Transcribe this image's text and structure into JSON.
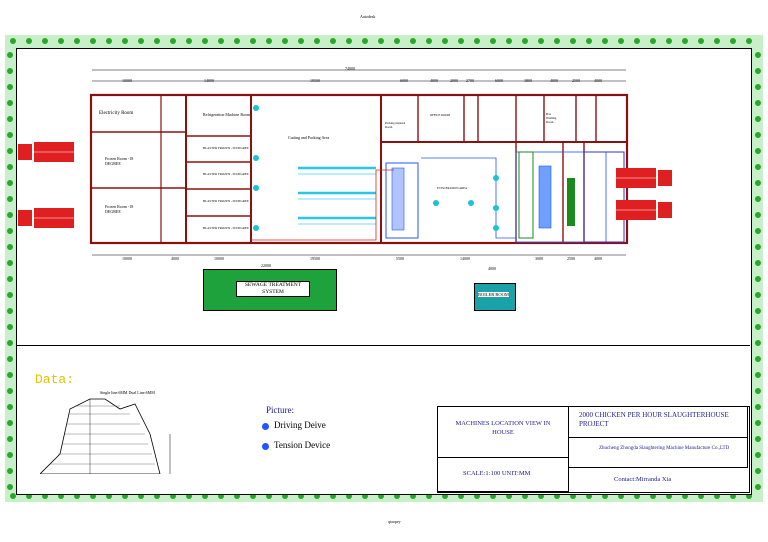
{
  "header": {
    "top_label": "Autodesk",
    "bottom_label": "qiaopey"
  },
  "rooms": {
    "electricity": "Electricity Room",
    "frozen1": "Frozen Room -18 DEGREE",
    "frozen2": "Frozen Room -18 DEGREE",
    "refrigeration": "Refrigeration Machine Room",
    "blast1": "BLASTER FROZEN -30 DEGREE",
    "blast2": "BLASTER FROZEN -30 DEGREE",
    "blast3": "BLASTER FROZEN -30 DEGREE",
    "blast4": "BLASTER FROZEN -30 DEGREE",
    "cutting": "Cutting and Packing Area",
    "packing_material": "Packing material Room",
    "office": "OFFICE ROOM",
    "box_washing": "Box Washing Room",
    "evisceration": "EVISCERATION AREA",
    "sewage": "SEWAGE TREATMENT SYSTEM",
    "boiler": "BOILER ROOM"
  },
  "dimensions": {
    "overall": "74000",
    "top": [
      "10000",
      "14000",
      "19500",
      "6000",
      "4000",
      "2000",
      "2700",
      "6000",
      "3800",
      "4000",
      "2500",
      "4000"
    ],
    "bottom": [
      "10000",
      "4000",
      "10000",
      "19500",
      "5500",
      "14000",
      "3000",
      "2500",
      "4000"
    ],
    "sewage_width": "22000",
    "boiler_width": "4000"
  },
  "legend": {
    "data_title": "Data:",
    "wall_note": "Single line:6MM Dual Line:6MM",
    "picture_title": "Picture:",
    "driving": "Driving Deive",
    "tension": "Tension Device"
  },
  "title_block": {
    "machines": "MACHINES LOCATION VIEW IN HOUSE",
    "project": "2000 CHICKEN PER HOUR SLAUGHTERHOUSE PROJECT",
    "company": "Zhucheng Zhongda Slaughtering Machine Manufacture Co.,LTD",
    "scale": "SCALE:1:100 UNIT:MM",
    "contact": "Contact:Mirranda Xia"
  },
  "colors": {
    "border": "#c8f0c8",
    "wall": "#8b1010",
    "truck": "#e02020",
    "sewage": "#1ea23c",
    "boiler": "#19a3a8",
    "line": "#2255ff"
  }
}
